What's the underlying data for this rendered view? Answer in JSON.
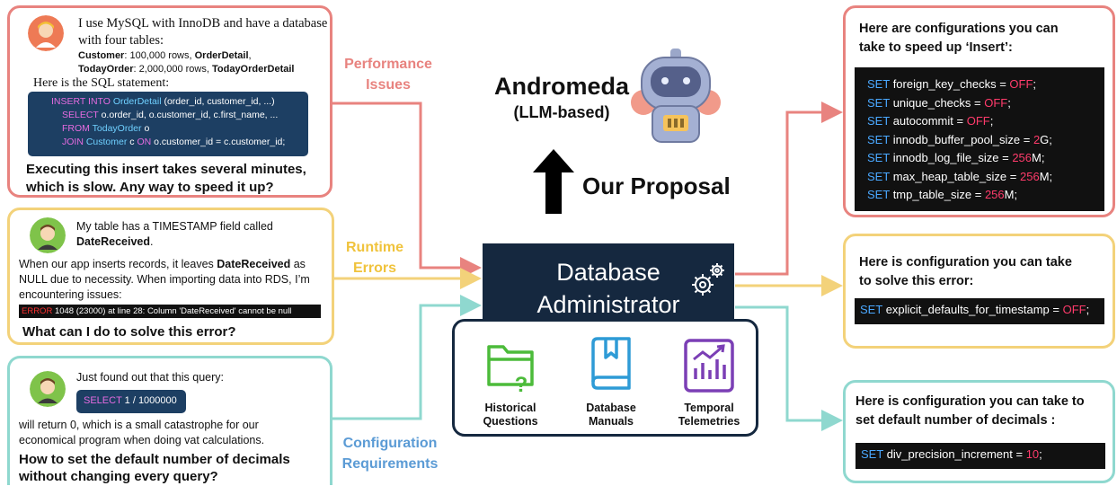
{
  "panels": {
    "performance": {
      "user_intro_1": "I use MySQL with InnoDB and have a database",
      "user_intro_2": "with four tables:",
      "tables_line1_a": "Customer",
      "tables_line1_b": ": 100,000 rows, ",
      "tables_line1_c": "OrderDetail",
      "tables_line1_d": ",",
      "tables_line2_a": "TodayOrder",
      "tables_line2_b": ": 2,000,000 rows, ",
      "tables_line2_c": "TodayOrderDetail",
      "sql_intro": "Here is the SQL statement:",
      "sql": {
        "l1_kw": "INSERT INTO",
        "l1_tb": "OrderDetail",
        "l1_rest": "(order_id, customer_id, ...)",
        "l2_kw": "SELECT",
        "l2_rest": "o.order_id, o.customer_id, c.first_name, ...",
        "l3_kw": "FROM",
        "l3_tb": "TodayOrder",
        "l3_rest": "o",
        "l4_kw1": "JOIN",
        "l4_tb": "Customer",
        "l4_mid": "c",
        "l4_kw2": "ON",
        "l4_rest": "o.customer_id = c.customer_id;"
      },
      "question_1": "Executing this insert takes several minutes,",
      "question_2": "which is slow. Any way to speed it up?"
    },
    "runtime": {
      "line1": "My table has a TIMESTAMP field called",
      "line2": "DateReceived",
      "line2_end": ".",
      "line3_a": "When our app inserts records, it leaves ",
      "line3_b": "DateReceived",
      "line3_c": " as",
      "line4": "NULL due to necessity. When importing data into RDS, I’m",
      "line5": "encountering issues:",
      "error_tag": "ERROR",
      "error_text": "1048 (23000) at line 28: Column 'DateReceived' cannot be null",
      "question": "What can I do to solve this error?"
    },
    "config": {
      "line1": "Just found out that this query:",
      "sql_kw": "SELECT",
      "sql_rest": "1 / 1000000",
      "line2": "will return 0, which is a small catastrophe for our",
      "line3": "economical program when doing vat calculations.",
      "question_1": "How to set the default number of decimals",
      "question_2": "without changing every query?"
    }
  },
  "labels": {
    "performance_1": "Performance",
    "performance_2": "Issues",
    "runtime_1": "Runtime",
    "runtime_2": "Errors",
    "config_1": "Configuration",
    "config_2": "Requirements"
  },
  "proposal": {
    "name": "Andromeda",
    "sub": "(LLM-based)",
    "arrow_text": "Our Proposal"
  },
  "dba": {
    "line1": "Database",
    "line2": "Administrator"
  },
  "tools": [
    {
      "caption_1": "Historical",
      "caption_2": "Questions",
      "icon": "folder-question-icon"
    },
    {
      "caption_1": "Database",
      "caption_2": "Manuals",
      "icon": "book-icon"
    },
    {
      "caption_1": "Temporal",
      "caption_2": "Telemetries",
      "icon": "chart-icon"
    }
  ],
  "answers": {
    "insert": {
      "title_1": "Here are configurations you can",
      "title_2": "take to speed up ‘Insert’:",
      "rows": [
        {
          "kw": "SET",
          "name": "foreign_key_checks = ",
          "val": "OFF",
          "end": ";"
        },
        {
          "kw": "SET",
          "name": "unique_checks = ",
          "val": "OFF",
          "end": ";"
        },
        {
          "kw": "SET",
          "name": "autocommit = ",
          "val": "OFF",
          "end": ";"
        },
        {
          "kw": "SET",
          "name": "innodb_buffer_pool_size = ",
          "val": "2",
          "end": "G;"
        },
        {
          "kw": "SET",
          "name": "innodb_log_file_size = ",
          "val": "256",
          "end": "M;"
        },
        {
          "kw": "SET",
          "name": "max_heap_table_size = ",
          "val": "256",
          "end": "M;"
        },
        {
          "kw": "SET",
          "name": "tmp_table_size = ",
          "val": "256",
          "end": "M;"
        }
      ]
    },
    "error": {
      "title_1": "Here is configuration you can take",
      "title_2": "to solve this error:",
      "kw": "SET",
      "name": "explicit_defaults_for_timestamp = ",
      "val": "OFF",
      "end": ";"
    },
    "decimals": {
      "title_1": "Here is configuration you can take to",
      "title_2": "set default number of decimals :",
      "kw": "SET",
      "name": "div_precision_increment = ",
      "val": "10",
      "end": ";"
    }
  },
  "colors": {
    "red": "#e8837f",
    "yellow": "#f3d27a",
    "teal": "#8fd8cf",
    "label_red": "#e8837f",
    "label_yellow": "#f0c33c",
    "label_blue": "#5b9bd5",
    "navy": "#15283f",
    "green_icon": "#4cbb3a",
    "blue_icon": "#2e9bd6",
    "purple_icon": "#7b3fb5"
  }
}
